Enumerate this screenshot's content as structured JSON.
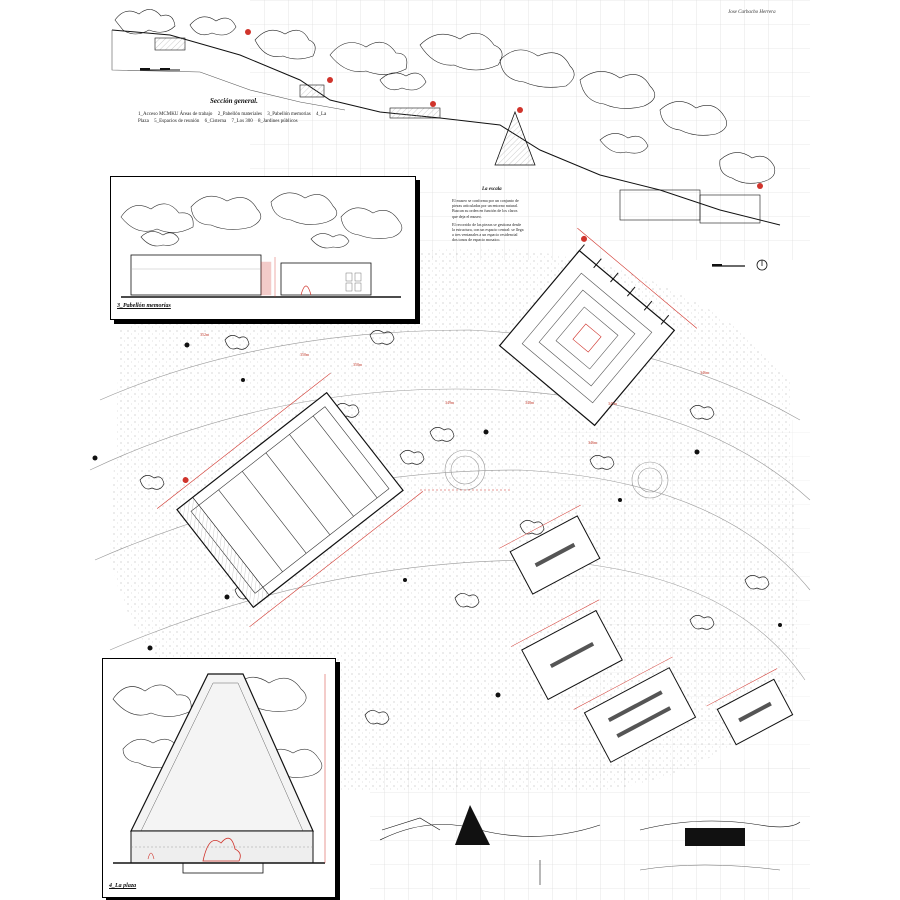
{
  "author": "Jose Carbacho Herrera",
  "section": {
    "title": "Sección general.",
    "legend": [
      "1_Acceso MCMKU Áreas de trabajo",
      "2_Pabellón materiales",
      "3_Pabellón memorias",
      "4_La Plaza",
      "5_Espacios de reunión",
      "6_Cisterna",
      "7_Los 300",
      "8_Jardines públicos"
    ]
  },
  "description": {
    "title": "La escala",
    "paragraphs": [
      "El museo se conforma por un conjunto de piezas articuladas por un entorno natural. Buscan su orden en función de los claros que deja el museo.",
      "El recorrido de las piezas se gestiona desde la estructura, con un espacio central: se llega a tres ventanales a un espacio residencial dos tonos de espacio mosaico."
    ]
  },
  "panels": {
    "memorias": {
      "label": "3_Pabellón memorias"
    },
    "plaza": {
      "label": "4_La plaza"
    }
  },
  "elevations": [
    "352m",
    "350m",
    "350m",
    "349m",
    "348m",
    "347m",
    "346m",
    "346m"
  ],
  "colors": {
    "accent": "#d0342c",
    "ink": "#111111",
    "grid": "#dcdcdc"
  }
}
